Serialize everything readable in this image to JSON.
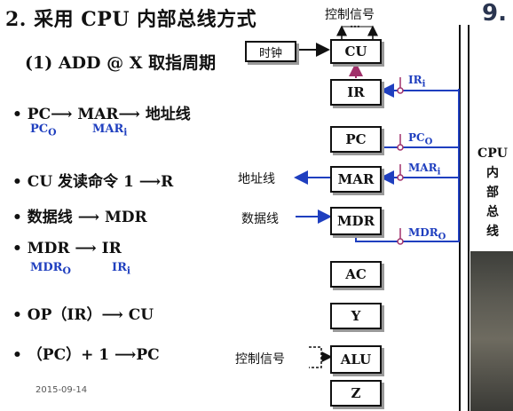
{
  "slide": {
    "title": "2. 采用 CPU 内部总线方式",
    "subtitle": "(1) ADD @ X 取指周期",
    "date": "2015-09-14",
    "corner_text": "9."
  },
  "steps": [
    {
      "text": "• PC⟶ MAR⟶ 地址线"
    },
    {
      "text": "• CU 发读命令 1 ⟶R"
    },
    {
      "text": "• 数据线 ⟶ MDR"
    },
    {
      "text": "• MDR ⟶ IR"
    },
    {
      "text": "• OP（IR）⟶ CU"
    },
    {
      "text": "• （PC）+ 1 ⟶PC"
    }
  ],
  "step_notes": {
    "pc_o": "PC",
    "pc_o_sub": "O",
    "mar_i": "MAR",
    "mar_i_sub": "i",
    "mdr_o": "MDR",
    "mdr_o_sub": "O",
    "ir_i": "IR",
    "ir_i_sub": "i"
  },
  "diagram": {
    "control_top": "控制信号",
    "dots": "…",
    "clock": "时钟",
    "registers": {
      "cu": "CU",
      "ir": "IR",
      "pc": "PC",
      "mar": "MAR",
      "mdr": "MDR",
      "ac": "AC",
      "y": "Y",
      "alu": "ALU",
      "z": "Z"
    },
    "address_line": "地址线",
    "data_line": "数据线",
    "control_alu": "控制信号",
    "signals": {
      "ir_i": "IR",
      "ir_i_sub": "i",
      "pc_o": "PC",
      "pc_o_sub": "O",
      "mar_i": "MAR",
      "mar_i_sub": "i",
      "mdr_o": "MDR",
      "mdr_o_sub": "O"
    },
    "bus_label": [
      "CPU",
      "内",
      "部",
      "总",
      "线"
    ]
  },
  "colors": {
    "signal_blue": "#1f3fbf",
    "arrow_purple": "#a0306a",
    "bus_black": "#111111"
  }
}
